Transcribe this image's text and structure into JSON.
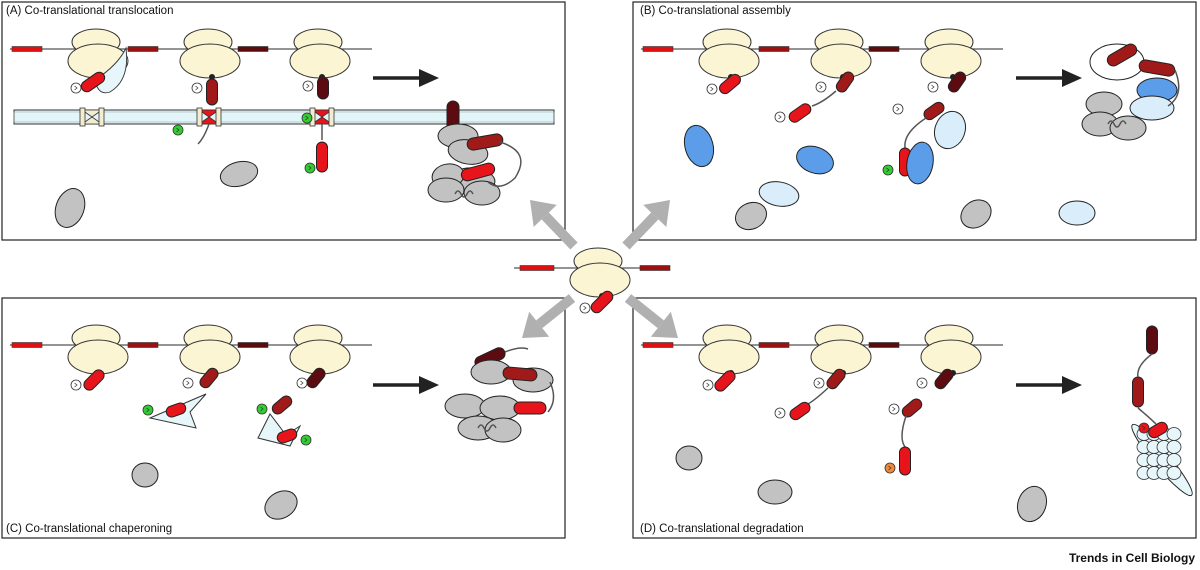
{
  "panels": [
    {
      "key": "A",
      "title": "(A) Co-translational translocation"
    },
    {
      "key": "B",
      "title": "(B) Co-translational assembly"
    },
    {
      "key": "C",
      "title": "(C) Co-translational chaperoning"
    },
    {
      "key": "D",
      "title": "(D) Co-translational degradation"
    }
  ],
  "journal": "Trends in Cell Biology",
  "colors": {
    "ribosome": "#fbf5d4",
    "mrna_red": "#e01010",
    "mrna_darkred": "#9b1010",
    "mrna_maroon": "#5a0c0c",
    "protein_red": "#e8141b",
    "protein_darkred": "#a01a1a",
    "protein_maroon": "#5c0c10",
    "membrane": "#e2f6fa",
    "partner_blue": "#5b9de8",
    "partner_lightblue": "#d9eefa",
    "folded_grey": "#c2c2c2",
    "chaperone": "#e6f6fb",
    "factor_green": "#33cc33",
    "factor_orange": "#f08a3a",
    "arrow_grey": "#b0b0b0",
    "arrow_black": "#222222"
  }
}
